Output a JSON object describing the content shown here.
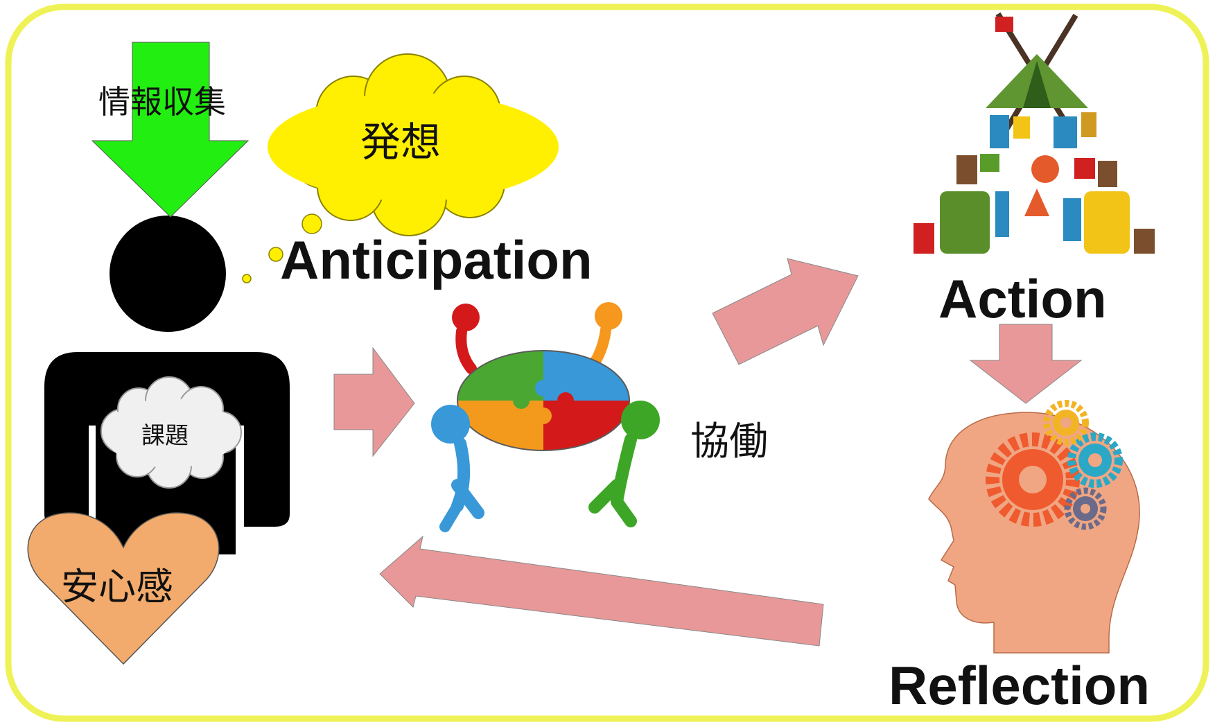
{
  "labels": {
    "info_gathering": "情報収集",
    "idea": "発想",
    "anticipation": "Anticipation",
    "issue": "課題",
    "security": "安心感",
    "collaboration": "協働",
    "action": "Action",
    "reflection": "Reflection"
  },
  "colors": {
    "frame": "#eef256",
    "green_arrow": "#22ee11",
    "pink_arrow": "#e89898",
    "thought_cloud": "#ffef00",
    "issue_cloud": "#f0f0f0",
    "heart": "#f2ab6c",
    "head": "#f0a683"
  },
  "icons": {
    "person": "person-silhouette-icon",
    "puzzle_team": "puzzle-team-icon",
    "camping_tent": "camping-gear-tent-icon",
    "thinking_head": "head-gears-icon"
  }
}
